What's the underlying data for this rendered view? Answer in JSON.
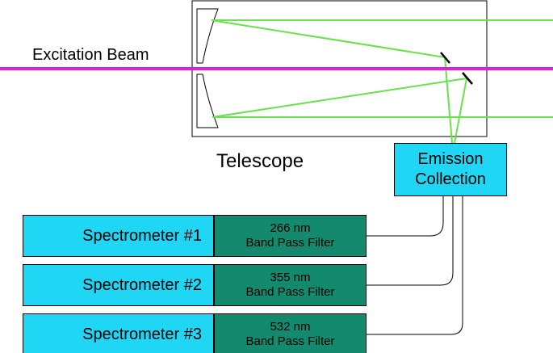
{
  "labels": {
    "excitation_beam": "Excitation Beam",
    "telescope": "Telescope"
  },
  "emission_collection": {
    "line1": "Emission",
    "line2": "Collection"
  },
  "spectrometers": [
    {
      "name": "Spectrometer #1",
      "filter_wavelength": "266 nm",
      "filter_type": "Band Pass Filter"
    },
    {
      "name": "Spectrometer #2",
      "filter_wavelength": "355 nm",
      "filter_type": "Band Pass Filter"
    },
    {
      "name": "Spectrometer #3",
      "filter_wavelength": "532 nm",
      "filter_type": "Band Pass Filter"
    }
  ],
  "colors": {
    "excitation_beam": "#e21de2",
    "collected_light": "#66e34a",
    "spectrometer_fill": "#1fd6f5",
    "filter_fill": "#138a6e",
    "outline": "#000000"
  }
}
